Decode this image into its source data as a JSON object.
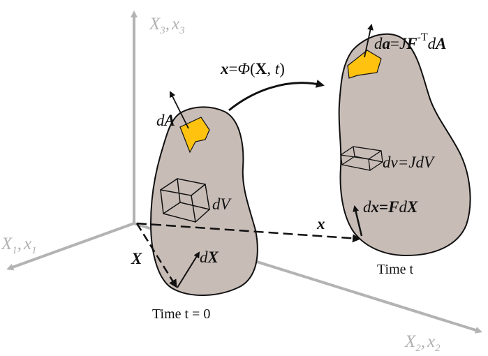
{
  "axes": {
    "x1": {
      "base": "X",
      "base_sub": "1",
      "sep": ",",
      "small": "x",
      "small_sub": "1"
    },
    "x2": {
      "base": "X",
      "base_sub": "2",
      "sep": ",",
      "small": "x",
      "small_sub": "2"
    },
    "x3": {
      "base": "X",
      "base_sub": "3",
      "sep": ",",
      "small": "x",
      "small_sub": "3"
    }
  },
  "reference": {
    "area_label_d": "d",
    "area_label_A": "A",
    "volume_label": "dV",
    "line_label_d": "d",
    "line_label_X": "X",
    "position_label": "X",
    "caption": "Time t = 0"
  },
  "mapping": {
    "lhs": "x",
    "eq": "=",
    "phi": "Φ",
    "open": "(",
    "arg_X": "X",
    "comma": ", ",
    "arg_t": "t",
    "close": ")"
  },
  "current": {
    "area_d": "d",
    "area_a": "a",
    "area_eq": "=",
    "area_J": "J",
    "area_F": "F",
    "area_sup": "-T",
    "area_dA_d": "d",
    "area_dA_A": "A",
    "volume": "dv=JdV",
    "line_d": "d",
    "line_x": "x",
    "line_eq": "=",
    "line_F": "F",
    "line_d2": "d",
    "line_X": "X",
    "position_label": "x",
    "caption": "Time t"
  },
  "colors": {
    "body_fill": "#c8bcb6",
    "patch_fill": "#ffc20e",
    "axis": "#b3b3b3",
    "ink": "#111111"
  }
}
